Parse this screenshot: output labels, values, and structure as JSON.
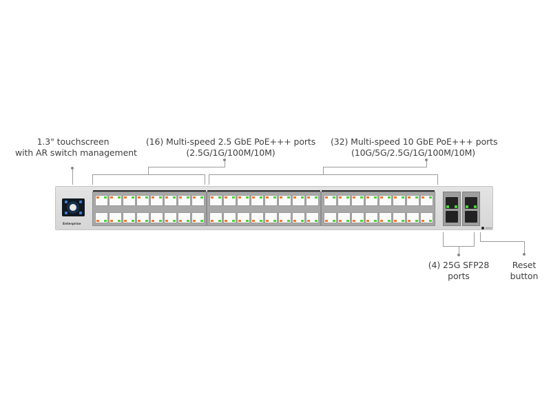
{
  "diagram": {
    "product": "Enterprise",
    "callouts": {
      "touchscreen": {
        "line1": "1.3\" touchscreen",
        "line2": "with AR switch management"
      },
      "ports_2_5g": {
        "line1": "(16) Multi-speed 2.5 GbE PoE+++ ports",
        "line2": "(2.5G/1G/100M/10M)"
      },
      "ports_10g": {
        "line1": "(32) Multi-speed 10 GbE PoE+++ ports",
        "line2": "(10G/5G/2.5G/1G/100M/10M)"
      },
      "sfp28": {
        "line1": "(4) 25G SFP28",
        "line2": "ports"
      },
      "reset": {
        "line1": "Reset",
        "line2": "button"
      }
    },
    "port_groups": [
      {
        "name": "2.5GbE",
        "count": 16
      },
      {
        "name": "10GbE",
        "count": 32
      },
      {
        "name": "SFP28",
        "count": 4
      }
    ],
    "reset_label": "RESET",
    "colors": {
      "led_orange": "#f07a2a",
      "led_green": "#4cd23a",
      "screen_accent": "#3d7dd8"
    }
  }
}
